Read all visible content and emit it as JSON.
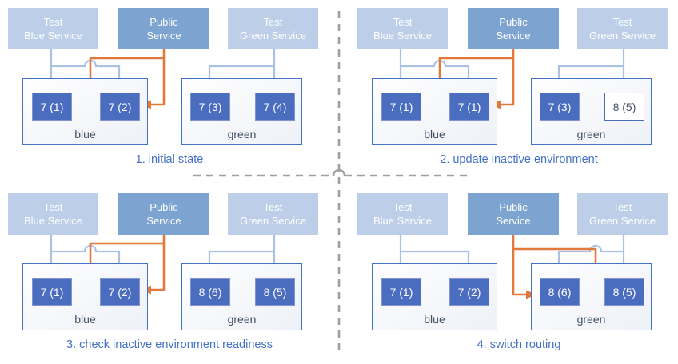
{
  "colors": {
    "test_service_fill": "#bdcfe8",
    "public_service_fill": "#7da3d0",
    "service_text": "#ffffff",
    "pod_active_fill": "#4b6dbf",
    "pod_active_text": "#ffffff",
    "pod_inactive_fill": "#ffffff",
    "pod_inactive_border": "#4b6dbf",
    "pod_inactive_text": "#44546a",
    "env_border": "#4472c4",
    "env_label_text": "#3f4e63",
    "test_connector": "#a9c2e3",
    "public_connector": "#e2793a",
    "caption_text": "#4472c4",
    "divider": "#a0a0a0"
  },
  "panels": [
    {
      "caption": "1. initial state",
      "public_route": "blue",
      "services": {
        "test_blue": {
          "line1": "Test",
          "line2": "Blue Service"
        },
        "public": {
          "line1": "Public",
          "line2": "Service"
        },
        "test_green": {
          "line1": "Test",
          "line2": "Green Service"
        }
      },
      "blue_env": {
        "label": "blue",
        "pods": [
          {
            "value": "7 (1)",
            "state": "active"
          },
          {
            "value": "7 (2)",
            "state": "active"
          }
        ]
      },
      "green_env": {
        "label": "green",
        "pods": [
          {
            "value": "7 (3)",
            "state": "active"
          },
          {
            "value": "7 (4)",
            "state": "active"
          }
        ]
      }
    },
    {
      "caption": "2. update inactive environment",
      "public_route": "blue",
      "services": {
        "test_blue": {
          "line1": "Test",
          "line2": "Blue Service"
        },
        "public": {
          "line1": "Public",
          "line2": "Service"
        },
        "test_green": {
          "line1": "Test",
          "line2": "Green Service"
        }
      },
      "blue_env": {
        "label": "blue",
        "pods": [
          {
            "value": "7 (1)",
            "state": "active"
          },
          {
            "value": "7 (1)",
            "state": "active"
          }
        ]
      },
      "green_env": {
        "label": "green",
        "pods": [
          {
            "value": "7 (3)",
            "state": "active"
          },
          {
            "value": "8 (5)",
            "state": "inactive"
          }
        ]
      }
    },
    {
      "caption": "3. check inactive environment readiness",
      "public_route": "blue",
      "services": {
        "test_blue": {
          "line1": "Test",
          "line2": "Blue Service"
        },
        "public": {
          "line1": "Public",
          "line2": "Service"
        },
        "test_green": {
          "line1": "Test",
          "line2": "Green Service"
        }
      },
      "blue_env": {
        "label": "blue",
        "pods": [
          {
            "value": "7 (1)",
            "state": "active"
          },
          {
            "value": "7 (2)",
            "state": "active"
          }
        ]
      },
      "green_env": {
        "label": "green",
        "pods": [
          {
            "value": "8 (6)",
            "state": "active"
          },
          {
            "value": "8 (5)",
            "state": "active"
          }
        ]
      }
    },
    {
      "caption": "4. switch routing",
      "public_route": "green",
      "services": {
        "test_blue": {
          "line1": "Test",
          "line2": "Blue Service"
        },
        "public": {
          "line1": "Public",
          "line2": "Service"
        },
        "test_green": {
          "line1": "Test",
          "line2": "Green Service"
        }
      },
      "blue_env": {
        "label": "blue",
        "pods": [
          {
            "value": "7 (1)",
            "state": "active"
          },
          {
            "value": "7 (2)",
            "state": "active"
          }
        ]
      },
      "green_env": {
        "label": "green",
        "pods": [
          {
            "value": "8 (6)",
            "state": "active"
          },
          {
            "value": "8 (5)",
            "state": "active"
          }
        ]
      }
    }
  ]
}
